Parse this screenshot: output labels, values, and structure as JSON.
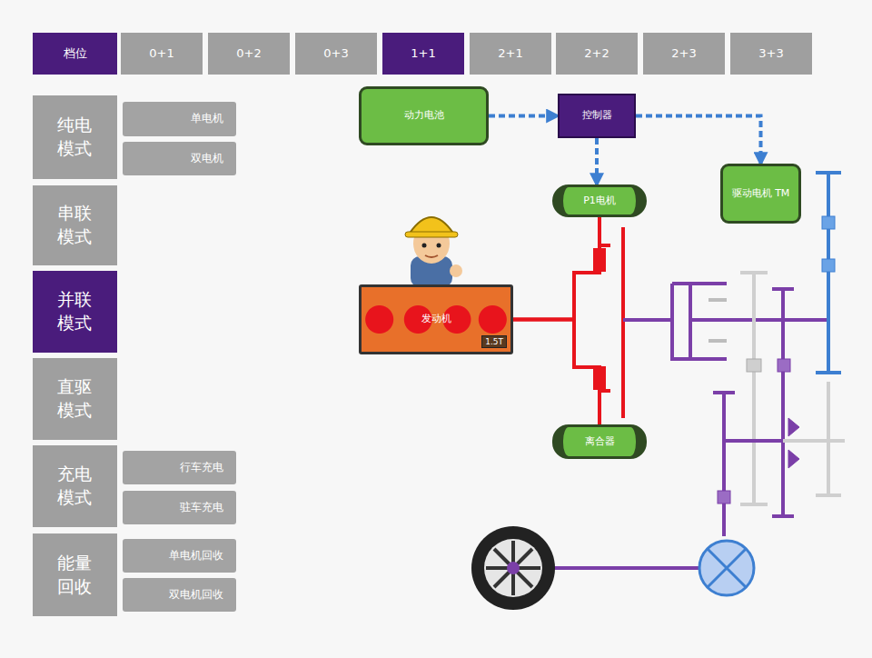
{
  "diagram": {
    "nodes": [
      {
        "text": [
          "档位"
        ]
      },
      {
        "text": [
          "0+1"
        ]
      },
      {
        "text": [
          "0+2"
        ]
      },
      {
        "text": [
          "0+3"
        ]
      },
      {
        "text": [
          "1+1"
        ]
      },
      {
        "text": [
          "2+1"
        ]
      },
      {
        "text": [
          "2+2"
        ]
      },
      {
        "text": [
          "2+3"
        ]
      },
      {
        "text": [
          "3+3"
        ]
      },
      {
        "text": [
          "纯电模式"
        ]
      },
      {
        "text": [
          "单电机"
        ]
      },
      {
        "text": [
          "双电机"
        ]
      },
      {
        "text": [
          "串联模式"
        ]
      },
      {
        "text": [
          "并联模式"
        ]
      },
      {
        "text": [
          "直驱模式"
        ]
      },
      {
        "text": [
          "充电模式"
        ]
      },
      {
        "text": [
          "行车充电"
        ]
      },
      {
        "text": [
          "驻车充电"
        ]
      },
      {
        "text": [
          "能量回收"
        ]
      },
      {
        "text": [
          "单电机回收"
        ]
      },
      {
        "text": [
          "双电机回收"
        ]
      },
      {
        "text": [
          "动力电池"
        ]
      },
      {
        "text": [
          "控制器"
        ]
      },
      {
        "text": [
          "P1电机"
        ]
      },
      {
        "text": [
          "驱动电机 TM"
        ]
      },
      {
        "text": [
          "发动机",
          "1.5T"
        ]
      },
      {
        "text": [
          "离合器"
        ]
      }
    ],
    "edges": [
      {
        "from": 21,
        "to": 22,
        "arrow": "to"
      },
      {
        "from": 22,
        "to": 23,
        "arrow": "to"
      },
      {
        "from": 22,
        "to": 24,
        "arrow": "to"
      },
      {
        "from": 25,
        "to": 23,
        "arrow": "none"
      },
      {
        "from": 25,
        "to": 26,
        "arrow": "none"
      }
    ]
  }
}
